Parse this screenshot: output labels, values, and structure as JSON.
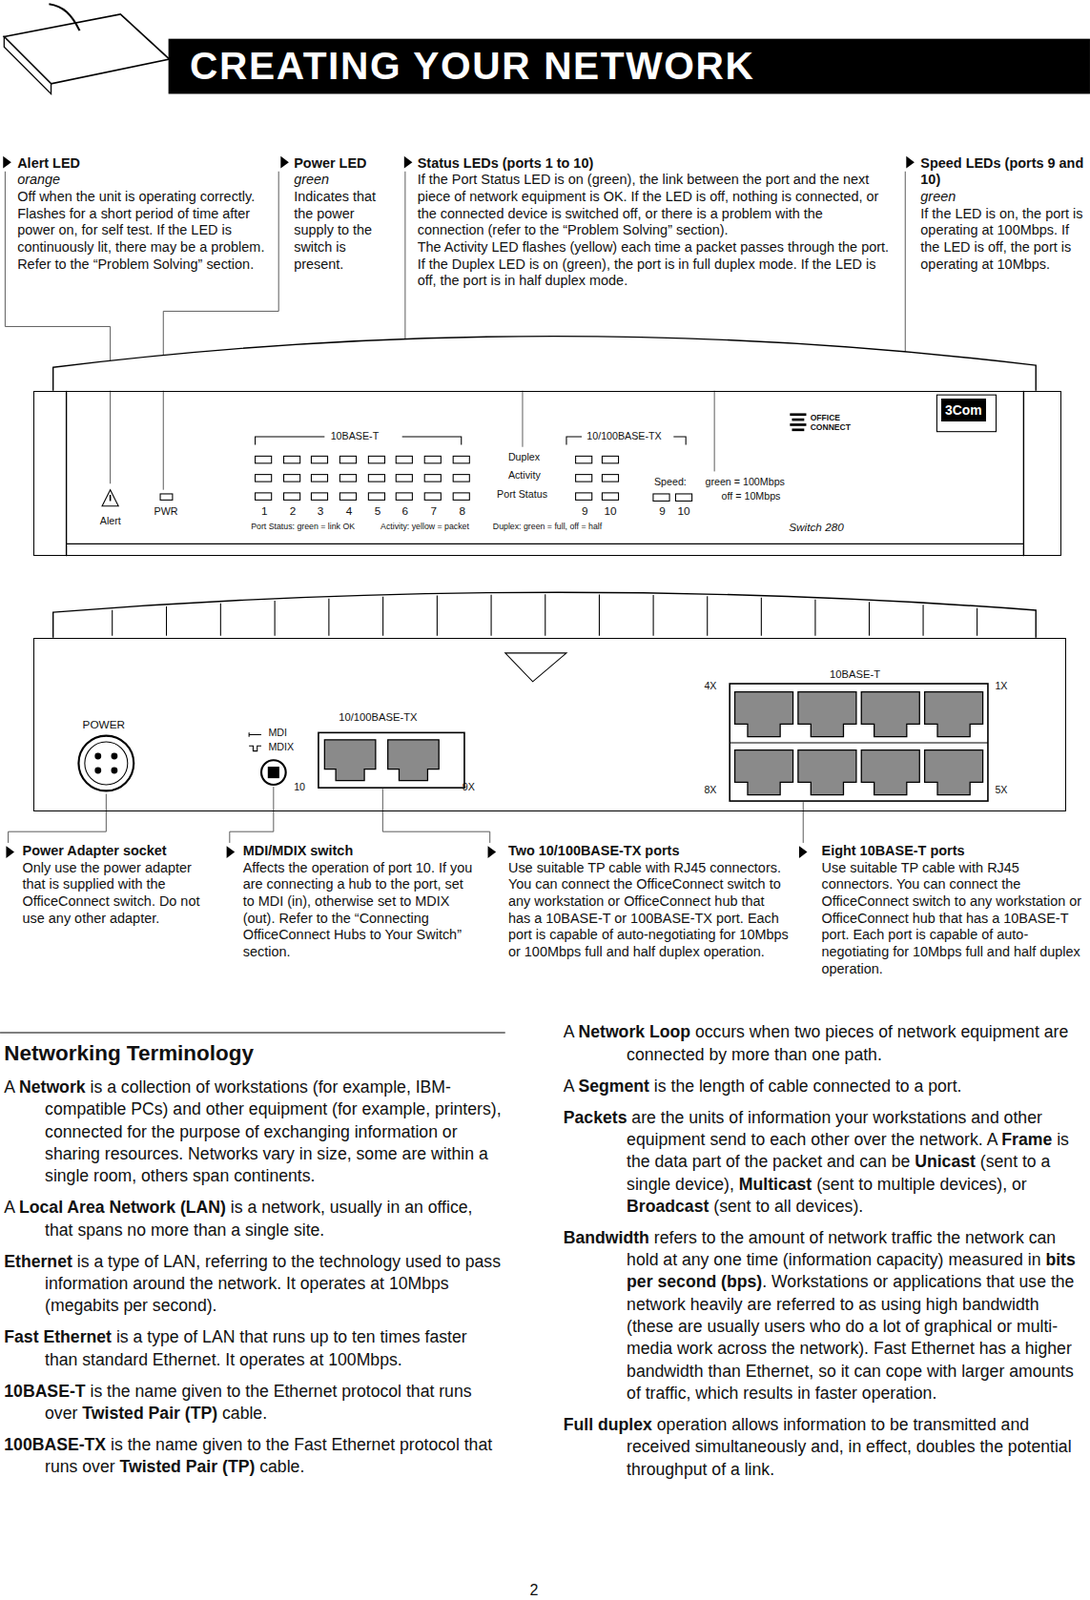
{
  "diagram": {
    "title": "CREATING YOUR NETWORK",
    "nodes": [
      {
        "text": [
          "10BASE-T",
          "10/100BASE-TX",
          "Duplex",
          "Activity",
          "Port Status",
          "Speed:",
          "green = 100Mbps",
          "off = 10Mbps",
          "Alert",
          "PWR",
          "1",
          "2",
          "3",
          "4",
          "5",
          "6",
          "7",
          "8",
          "9",
          "10",
          "9",
          "10",
          "Port Status: green = link OK",
          "Activity: yellow = packet",
          "Duplex: green = full, off = half",
          "Switch 280",
          "OFFICE",
          "CONNECT"
        ]
      },
      {
        "text": [
          "3Com"
        ],
        "in": 0
      },
      {
        "text": [
          "POWER",
          "MDI",
          "MDIX",
          "10/100BASE-TX",
          "10",
          "9X",
          "10BASE-T",
          "4X",
          "1X",
          "8X",
          "5X"
        ]
      }
    ],
    "labels": [
      "Alert LED",
      "orange",
      "Off when the unit is operating correctly. Flashes for a short period of time after power on, for self test. If the LED is continuously lit, there may be a problem. Refer to the “Problem Solving” section.",
      "Power LED",
      "green",
      "Indicates that the power supply to the switch is present.",
      "Status LEDs (ports 1 to 10)",
      "If the Port Status LED is on (green), the link between the port and the next piece of network equipment is OK. If the LED is off, nothing is connected, or the connected device is switched off, or there is a problem with the connection (refer to the “Problem Solving” section).",
      "The Activity LED flashes (yellow) each time a packet passes through the port. If the Duplex LED is on (green), the port is in full duplex mode. If the LED is off, the port is in half duplex mode.",
      "Speed LEDs (ports 9 and 10)",
      "green",
      "If the LED is on, the port is operating at 100Mbps. If the LED is off, the port is operating at 10Mbps.",
      "Power Adapter socket",
      "Only use the power adapter that is supplied with the OfficeConnect switch. Do not use any other adapter.",
      "MDI/MDIX switch",
      "Affects the operation of port 10. If you are connecting a hub to the port, set to MDI (in), otherwise set to MDIX (out). Refer to the “Connecting OfficeConnect Hubs to Your Switch” section.",
      "Two 10/100BASE-TX ports",
      "Use suitable TP cable with RJ45 connectors. You can connect the OfficeConnect switch to any workstation or OfficeConnect hub that has a 10BASE-T or 100BASE-TX port. Each port is capable of auto-negotiating for 10Mbps or 100Mbps full and half duplex operation.",
      "Eight 10BASE-T ports",
      "Use suitable TP cable with RJ45 connectors. You can connect the OfficeConnect switch to any workstation or OfficeConnect hub that has a 10BASE-T port. Each port is capable of auto-negotiating for 10Mbps full and half duplex operation.",
      "Networking Terminology",
      "A",
      "Network",
      "is a collection of workstations (for example, IBM-compatible PCs) and other equipment (for example, printers), connected for the purpose of exchanging information or sharing resources. Networks vary in size, some are within a single room, others span continents.",
      "A",
      "Local Area Network (LAN)",
      "is a network, usually in an office, that spans no more than a single site.",
      "Ethernet",
      "is a type of LAN, referring to the technology used to pass information around the network. It operates at 10Mbps (megabits per second).",
      "Fast Ethernet",
      "is a type of LAN that runs up to ten times faster than standard Ethernet. It operates at 100Mbps.",
      "10BASE-T",
      "is the name given to the Ethernet protocol that runs over",
      "Twisted Pair (TP)",
      "cable.",
      "100BASE-TX",
      "is the name given to the Fast Ethernet protocol that runs over",
      "Twisted Pair (TP)",
      "cable.",
      "A",
      "Network Loop",
      "occurs when two pieces of network equipment are connected by more than one path.",
      "A",
      "Segment",
      "is the length of cable connected to a port.",
      "Packets",
      "are the units of information your workstations and other equipment send to each other over the network. A",
      "Frame",
      "is the data part of the packet and can be",
      "Unicast",
      "(sent to a single device),",
      "Multicast",
      "(sent to multiple devices), or",
      "Broadcast",
      "(sent to all devices).",
      "Bandwidth",
      "refers to the amount of network traffic the network can hold at any one time (information capacity) measured in",
      "bits per second (bps)",
      ".",
      "Workstations or applications that use the network heavily are referred to as using high bandwidth (these are usually users who do a lot of graphical or multi-media work across the network). Fast Ethernet has a higher bandwidth than Ethernet, so it can cope with larger amounts of traffic, which results in faster operation.",
      "Full duplex",
      "operation allows information to be transmitted and received simultaneously and, in effect, doubles the potential throughput of a link.",
      "2"
    ]
  }
}
